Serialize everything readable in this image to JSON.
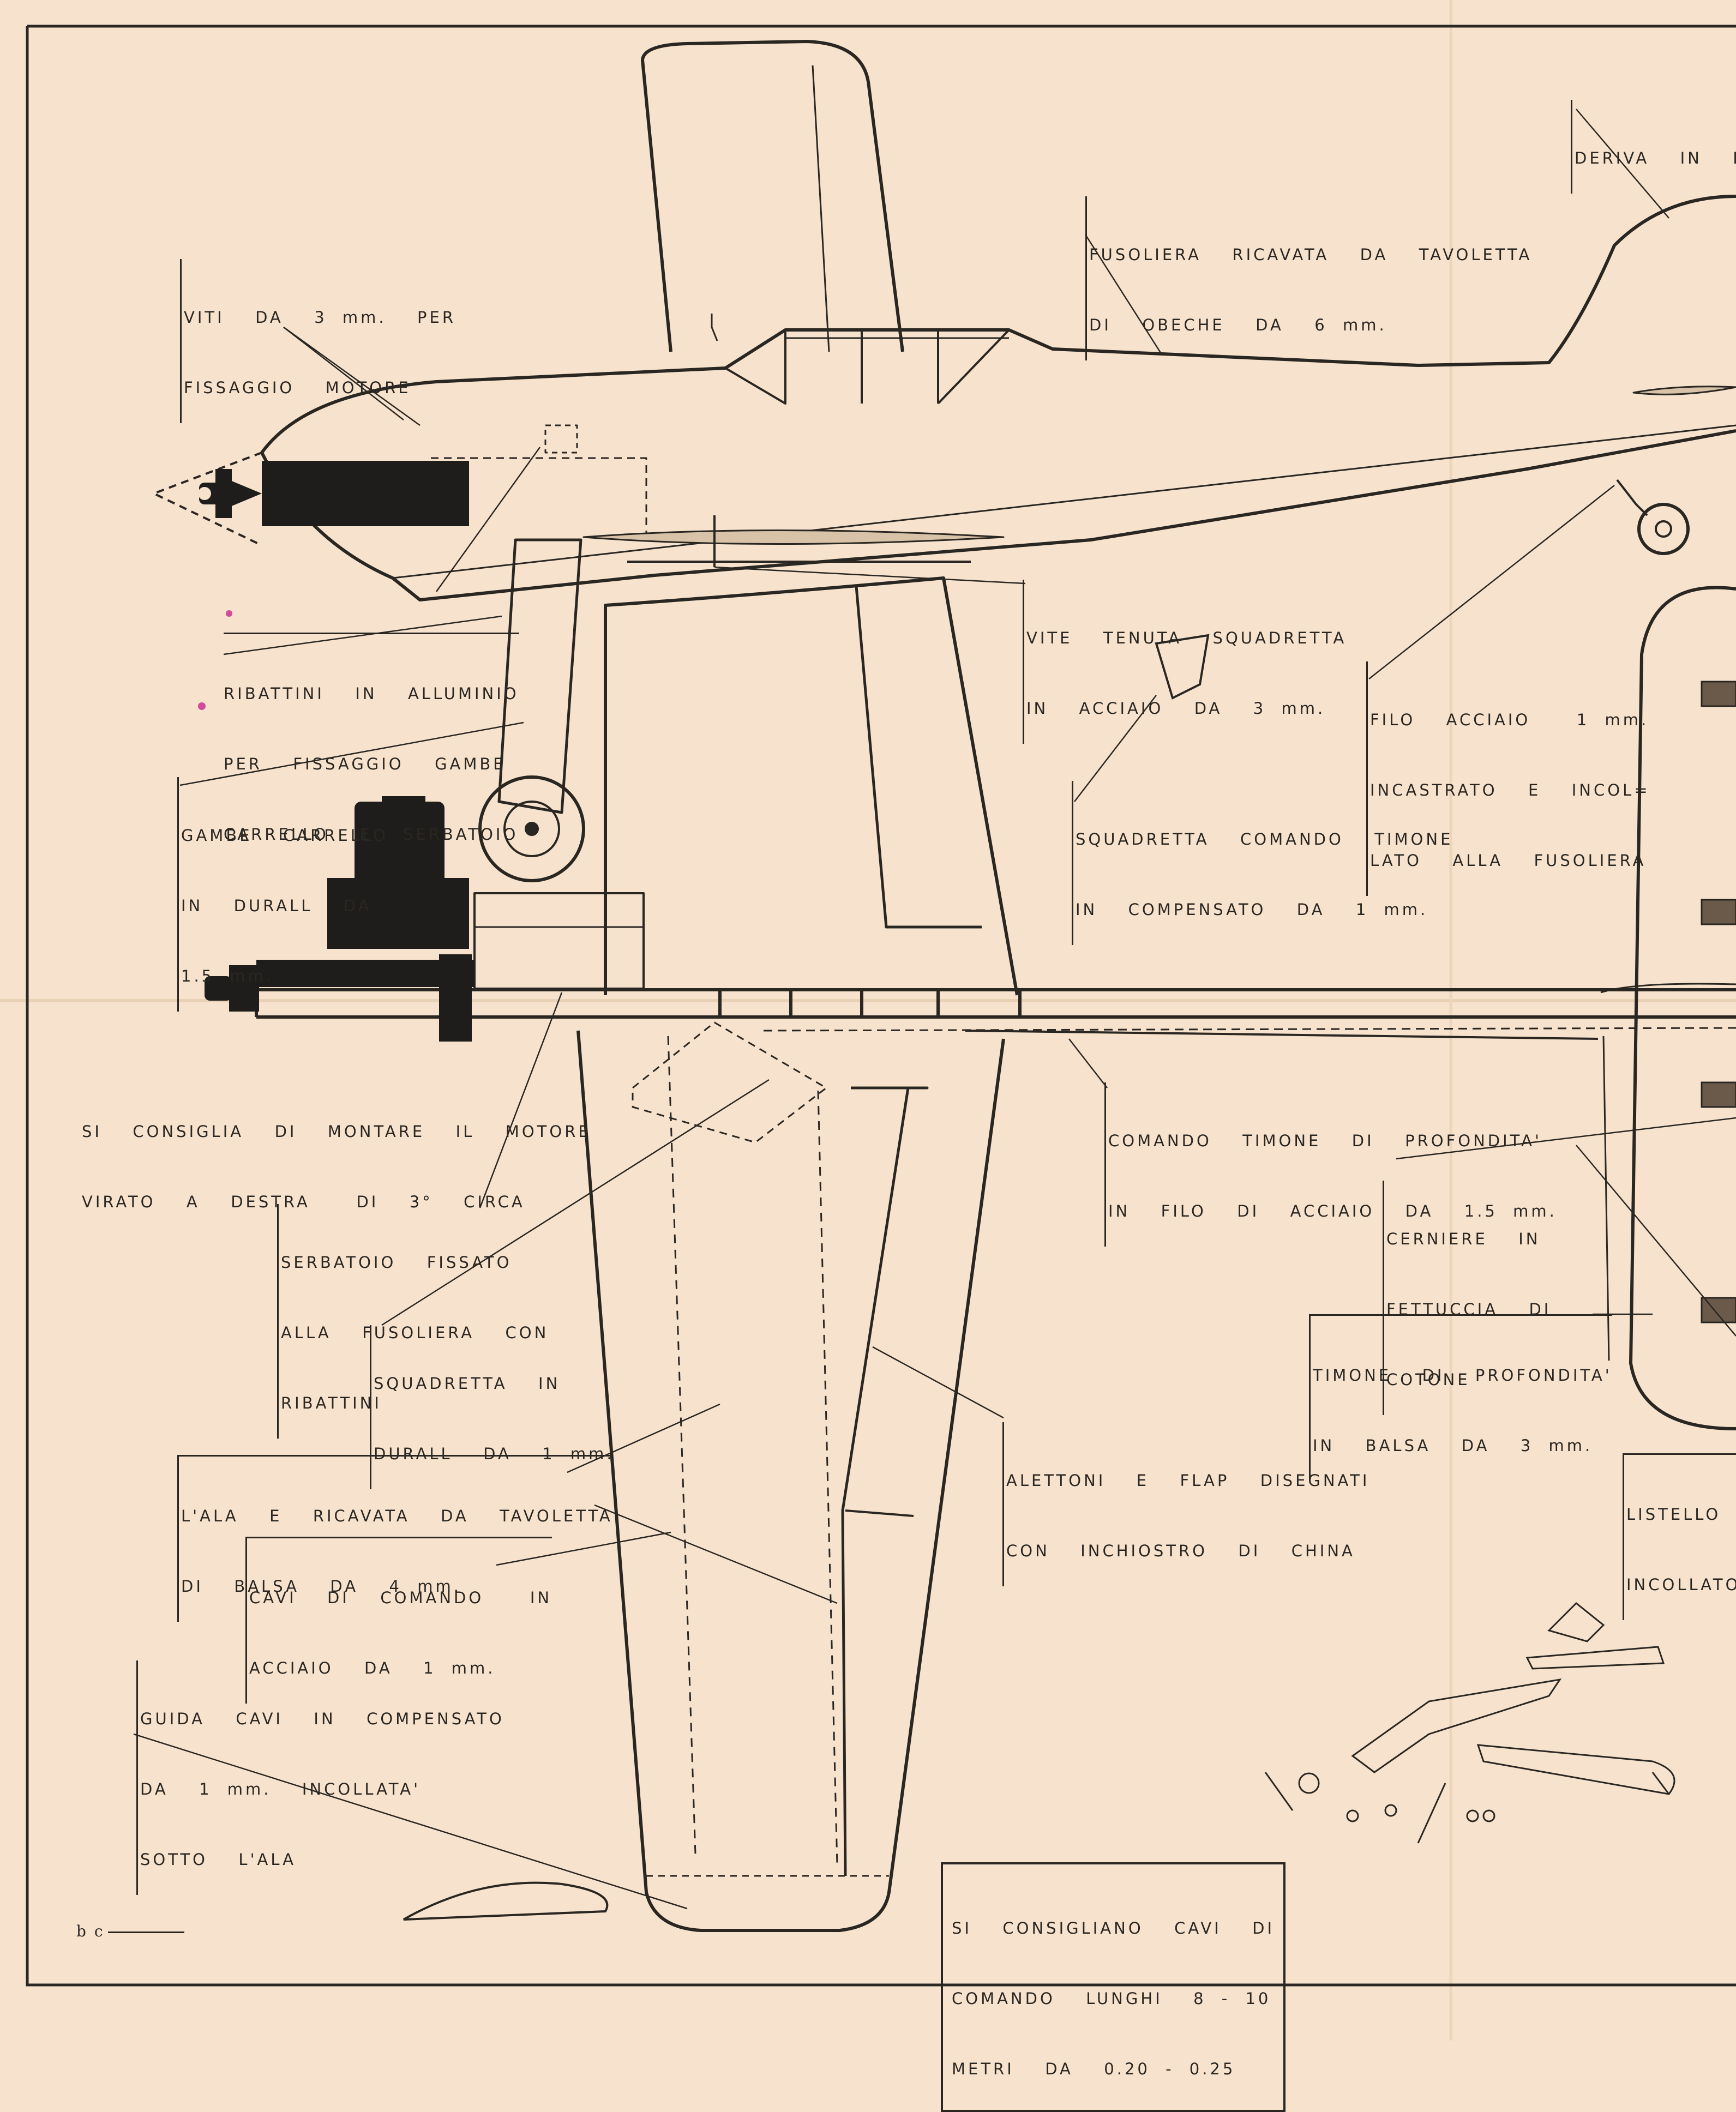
{
  "colors": {
    "paper": "#f7e3cd",
    "ink": "#2a2622",
    "engine": "#1f1d1b",
    "stain": "#d24a9a"
  },
  "labels": {
    "deriva": [
      "DERIVA  IN  BA"
    ],
    "fusoliera": [
      "FUSOLIERA  RICAVATA  DA  TAVOLETTA",
      "DI  OBECHE  DA  6 mm."
    ],
    "viti": [
      "VITI  DA  3 mm.  PER",
      "FISSAGGIO  MOTORE"
    ],
    "ribattini": [
      "RIBATTINI  IN  ALLUMINIO",
      "PER  FISSAGGIO  GAMBE",
      "CARRELLO  E  SERBATOIO"
    ],
    "vite_tenuta": [
      "VITE  TENUTA  SQUADRETTA",
      "IN  ACCIAIO  DA  3 mm."
    ],
    "filo_acciaio": [
      "FILO  ACCIAIO   1 mm.",
      "INCASTRATO  E  INCOL=",
      "LATO  ALLA  FUSOLIERA"
    ],
    "squadretta_timone": [
      "SQUADRETTA  COMANDO  TIMONE",
      "IN  COMPENSATO  DA  1 mm."
    ],
    "gambe_carrello": [
      "GAMBE  CARRELLO",
      "IN  DURALL  DA",
      "1.5 mm."
    ],
    "motore_virato": [
      "SI  CONSIGLIA  DI  MONTARE  IL  MOTORE",
      "VIRATO  A  DESTRA   DI  3°  CIRCA"
    ],
    "comando_timone": [
      "COMANDO  TIMONE  DI  PROFONDITA'",
      "IN  FILO  DI  ACCIAIO  DA  1.5 mm."
    ],
    "serbatoio": [
      "SERBATOIO  FISSATO",
      "ALLA  FUSOLIERA  CON",
      "RIBATTINI"
    ],
    "cerniere": [
      "CERNIERE  IN",
      "FETTUCCIA  DI",
      "COTONE"
    ],
    "squadretta_durall": [
      "SQUADRETTA  IN",
      "DURALL  DA  1 mm."
    ],
    "timone_profondita": [
      "TIMONE  DI  PROFONDITA'",
      "IN  BALSA  DA  3 mm."
    ],
    "alettoni": [
      "ALETTONI  E  FLAP  DISEGNATI",
      "CON  INCHIOSTRO  DI  CHINA"
    ],
    "listello": [
      "LISTELLO",
      "INCOLLATO"
    ],
    "ala": [
      "L'ALA  E  RICAVATA  DA  TAVOLETTA",
      "DI  BALSA  DA  4 mm."
    ],
    "cavi_comando": [
      "CAVI  DI  COMANDO   IN",
      "ACCIAIO  DA  1 mm."
    ],
    "guida_cavi": [
      "GUIDA  CAVI  IN  COMPENSATO",
      "DA  1 mm.  INCOLLATA'",
      "SOTTO  L'ALA"
    ],
    "consigliano_cavi": [
      "SI  CONSIGLIANO  CAVI  DI",
      "COMANDO  LUNGHI  8 - 10",
      "METRI  DA  0.20 - 0.25"
    ]
  },
  "signature": "b c"
}
